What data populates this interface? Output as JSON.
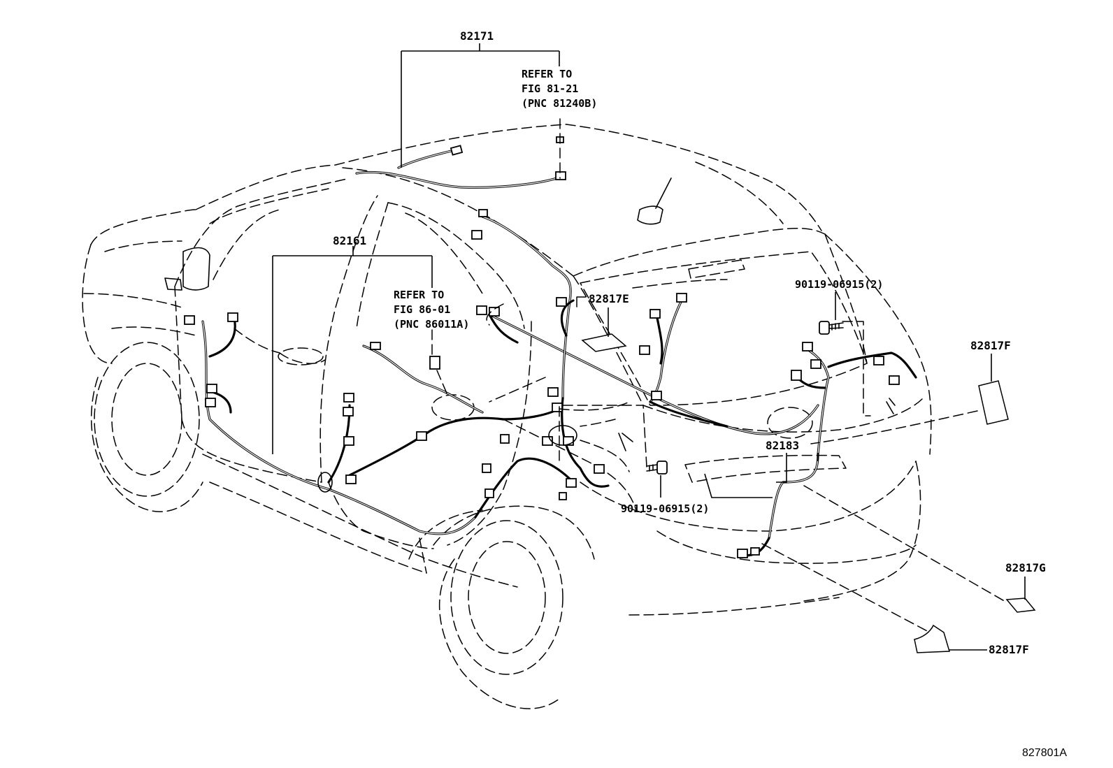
{
  "labels": {
    "p82171": "82171",
    "p82161": "82161",
    "p82817E": "82817E",
    "p82817F_right": "82817F",
    "p82817F_bottom": "82817F",
    "p82817G": "82817G",
    "p82183": "82183",
    "bolt_upper": "90119-06915(2)",
    "bolt_lower": "90119-06915(2)"
  },
  "notes": {
    "roof": [
      "REFER TO",
      "FIG 81-21",
      "(PNC 81240B)"
    ],
    "door": [
      "REFER TO",
      "FIG 86-01",
      "(PNC 86011A)"
    ]
  },
  "figure_number": "827801A"
}
